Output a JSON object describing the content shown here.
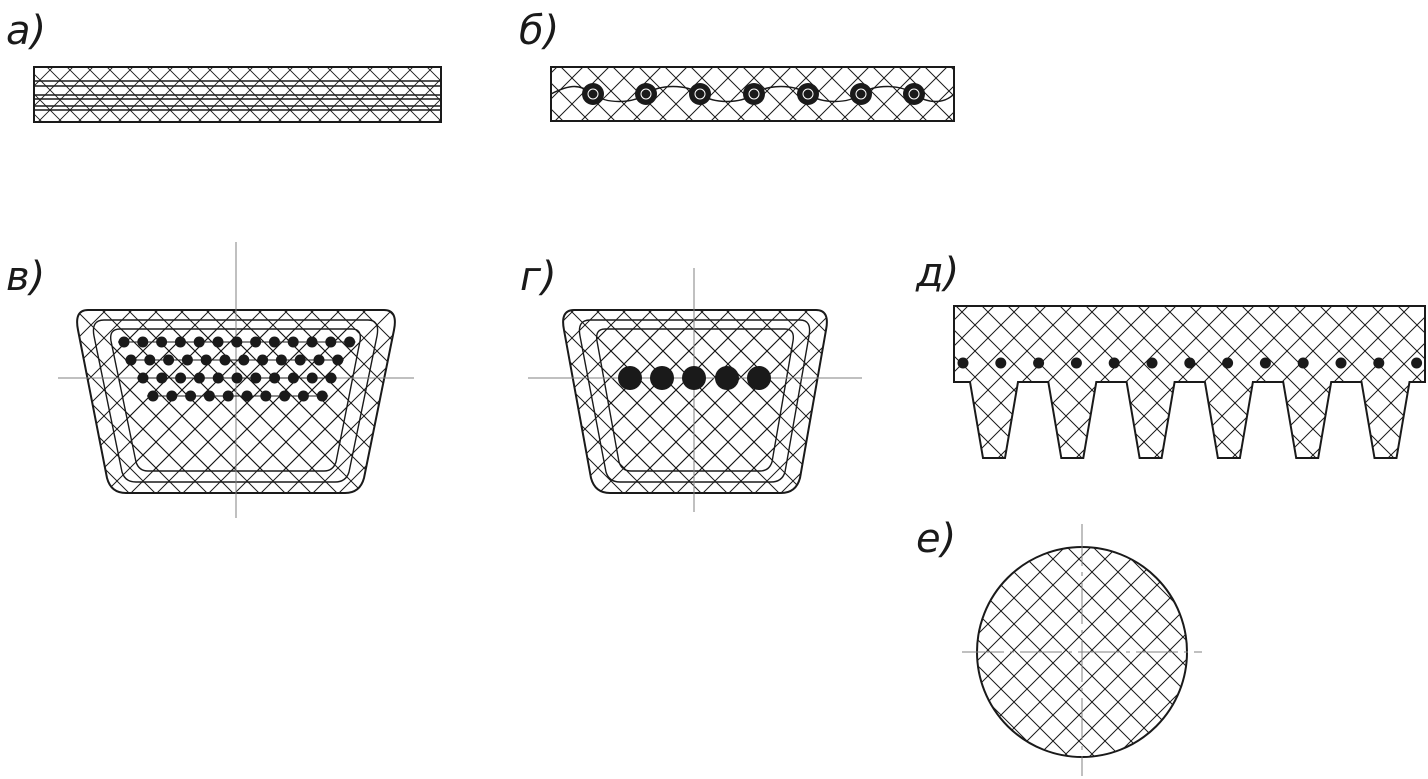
{
  "figure": {
    "labels": {
      "a": "а)",
      "b": "б)",
      "v": "в)",
      "g": "г)",
      "d": "д)",
      "e": "е)"
    },
    "colors": {
      "line": "#1a1a1a",
      "centerline": "#808080",
      "background": "#ffffff"
    },
    "sections": [
      {
        "key": "a",
        "shape": "flat-multi-ply"
      },
      {
        "key": "b",
        "shape": "flat-with-cord"
      },
      {
        "key": "v",
        "shape": "v-belt-multi-cord"
      },
      {
        "key": "g",
        "shape": "v-belt-single-row-cord"
      },
      {
        "key": "d",
        "shape": "poly-v-belt",
        "ribs": 6
      },
      {
        "key": "e",
        "shape": "round-belt"
      }
    ]
  }
}
